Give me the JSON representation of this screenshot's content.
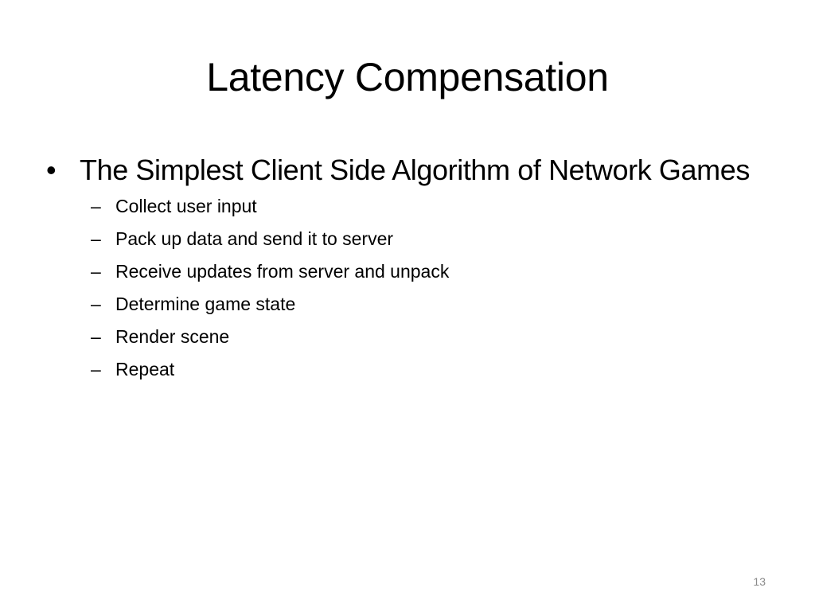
{
  "slide": {
    "title": "Latency Compensation",
    "bullet": {
      "marker": "•",
      "text": "The Simplest Client Side Algorithm of Network Games"
    },
    "sub_marker": "–",
    "sub_items": [
      "Collect user input",
      "Pack up data and send it to server",
      "Receive updates from server and unpack",
      "Determine game state",
      "Render scene",
      "Repeat"
    ],
    "page_number": "13"
  }
}
